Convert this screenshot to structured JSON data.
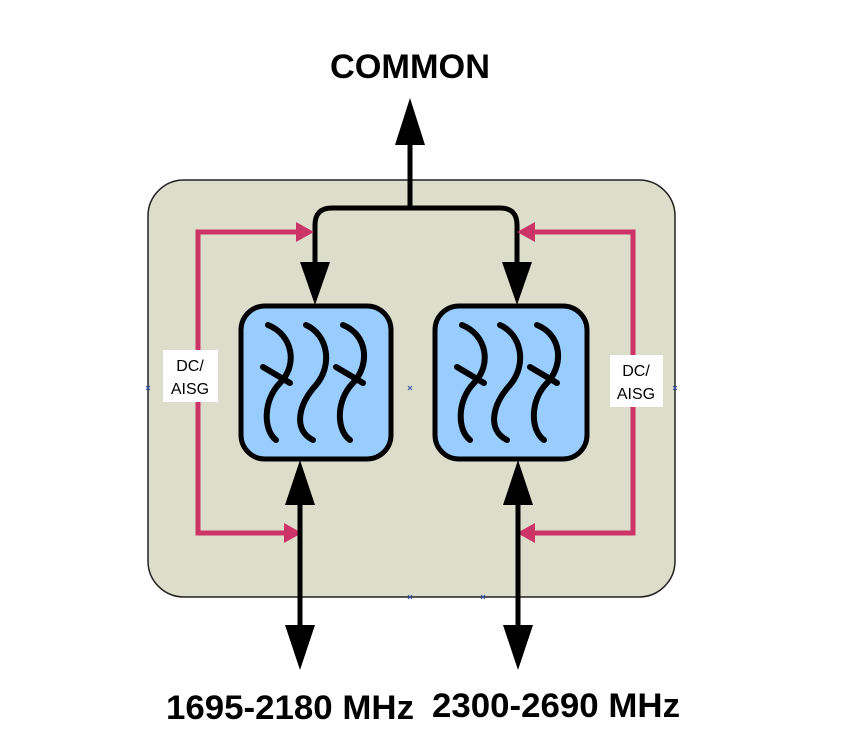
{
  "diagram": {
    "common_label": "COMMON",
    "ports": [
      {
        "label": "1695-2180 MHz"
      },
      {
        "label": "2300-2690 MHz"
      }
    ],
    "bypass_labels": [
      {
        "line1": "DC/",
        "line2": "AISG"
      },
      {
        "line1": "DC/",
        "line2": "AISG"
      }
    ],
    "colors": {
      "housing": "#dcdecb",
      "filter": "#99ccff",
      "bypass_line": "#cc3366",
      "signal_line": "#000000"
    }
  }
}
